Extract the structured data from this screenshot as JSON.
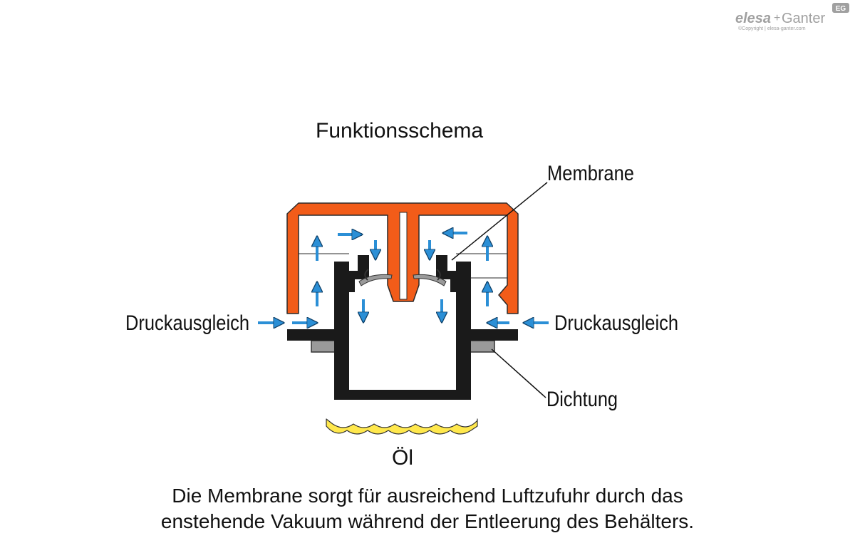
{
  "logo": {
    "brand_left": "elesa",
    "brand_plus": "+",
    "brand_right": "Ganter",
    "badge": "EG",
    "copyright": "©Copyright | elesa-ganter.com"
  },
  "diagram": {
    "title": "Funktionsschema",
    "labels": {
      "membrane": "Membrane",
      "pressure_left": "Druckausgleich",
      "pressure_right": "Druckausgleich",
      "seal": "Dichtung",
      "oil": "Öl"
    }
  },
  "caption": {
    "line1": "Die Membrane sorgt für ausreichend Luftzufuhr durch das",
    "line2": "enstehende Vakuum während der Entleerung des Behälters."
  },
  "colors": {
    "cap": "#f25c19",
    "cap_outline": "#2a2a2a",
    "body": "#1a1a1a",
    "arrow": "#2b8fd6",
    "seal": "#9a9a9a",
    "oil": "#ffe84d",
    "logo_gray": "#a0a0a0"
  }
}
